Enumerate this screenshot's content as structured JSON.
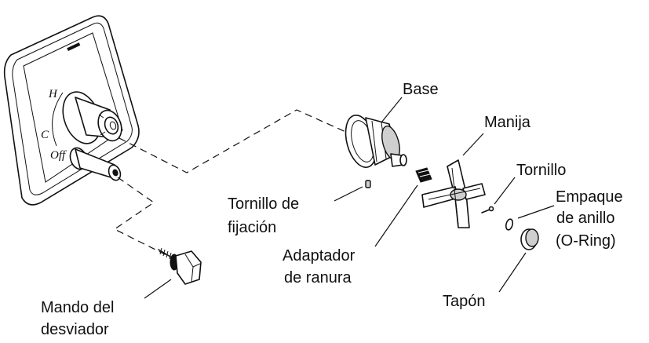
{
  "dial": {
    "hot": "H",
    "cold": "C",
    "off": "Off"
  },
  "labels": {
    "base": "Base",
    "manija": "Manija",
    "tornillo": "Tornillo",
    "empaque_1": "Empaque",
    "empaque_2": "de anillo",
    "empaque_3": "(O-Ring)",
    "tornillo_fijacion_1": "Tornillo de",
    "tornillo_fijacion_2": "fijación",
    "adaptador_1": "Adaptador",
    "adaptador_2": "de ranura",
    "tapon": "Tapón",
    "mando_1": "Mando del",
    "mando_2": "desviador"
  }
}
